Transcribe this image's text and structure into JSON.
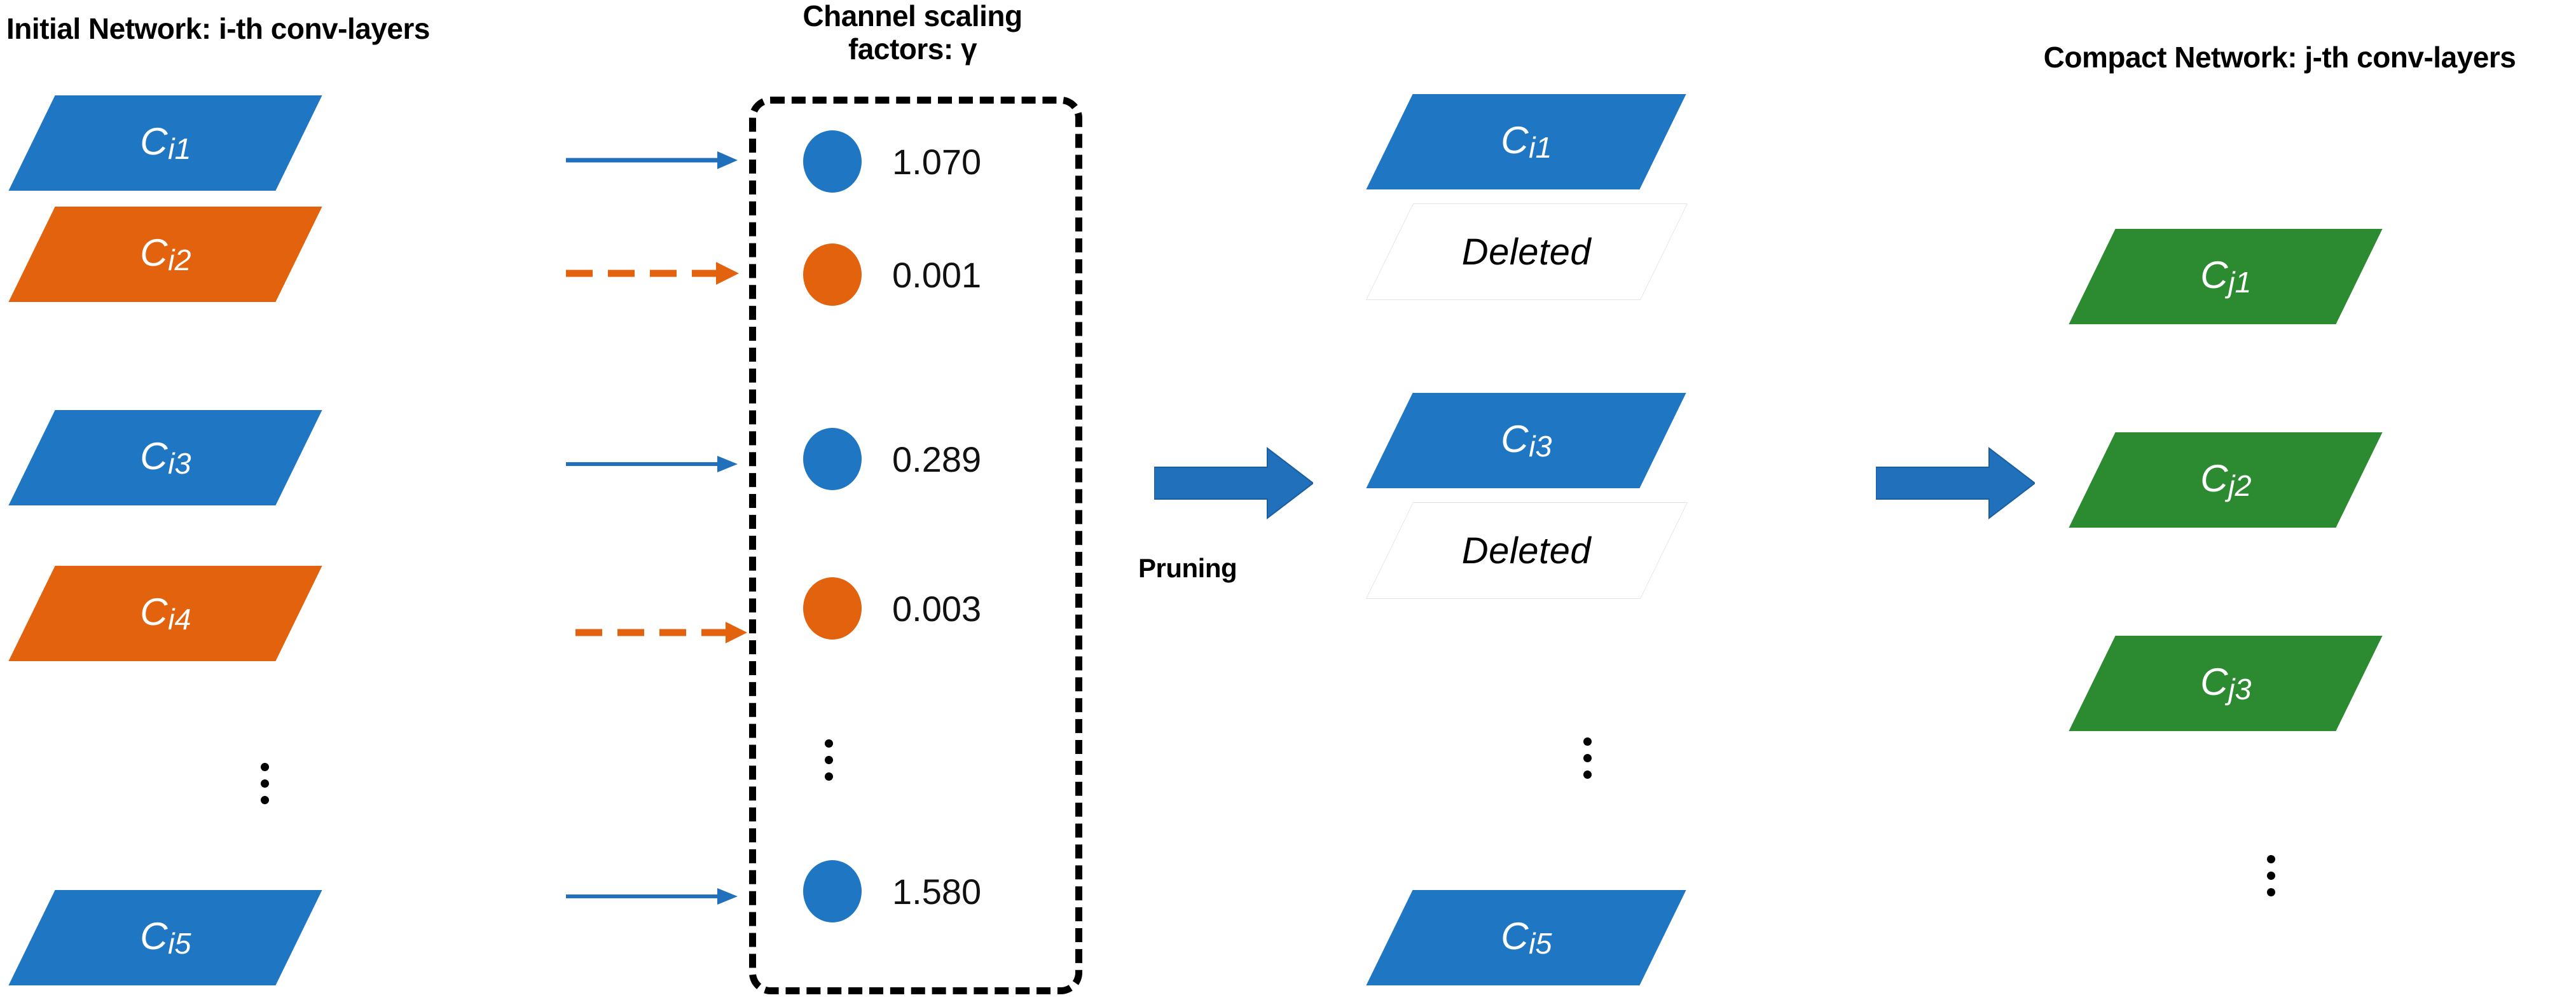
{
  "headings": {
    "initial_network": "Initial Network: i-th conv-layers",
    "channel_scaling": "Channel scaling\nfactors: γ",
    "compact_network": "Compact Network: j-th conv-layers",
    "pruning": "Pruning"
  },
  "colors": {
    "blue": "#1F77C4",
    "orange": "#E2620D",
    "green": "#2C8A30",
    "arrow_blue": "#2070BC",
    "deleted_border": "#E3E3E3",
    "text_black": "#000000",
    "label_white": "#FFFFFF"
  },
  "initial_layers": [
    {
      "label": "C",
      "sub": "i1",
      "color": "blue"
    },
    {
      "label": "C",
      "sub": "i2",
      "color": "orange"
    },
    {
      "label": "C",
      "sub": "i3",
      "color": "blue"
    },
    {
      "label": "C",
      "sub": "i4",
      "color": "orange"
    },
    {
      "label": "C",
      "sub": "i5",
      "color": "blue"
    }
  ],
  "initial_ellipsis": "⋮",
  "connectors": [
    {
      "style": "solid",
      "color": "#2070BC"
    },
    {
      "style": "dashed",
      "color": "#E2620D"
    },
    {
      "style": "solid",
      "color": "#2070BC"
    },
    {
      "style": "dashed",
      "color": "#E2620D"
    },
    {
      "style": "solid",
      "color": "#2070BC"
    }
  ],
  "scaling_factors": [
    {
      "value": "1.070",
      "color": "blue"
    },
    {
      "value": "0.001",
      "color": "orange"
    },
    {
      "value": "0.289",
      "color": "blue"
    },
    {
      "value": "0.003",
      "color": "orange"
    },
    {
      "value": "1.580",
      "color": "blue"
    }
  ],
  "gamma_ellipsis": "⋮",
  "pruned_layers": [
    {
      "label": "C",
      "sub": "i1",
      "color": "blue",
      "text": null
    },
    {
      "label": null,
      "sub": null,
      "color": "empty",
      "text": "Deleted"
    },
    {
      "label": "C",
      "sub": "i3",
      "color": "blue",
      "text": null
    },
    {
      "label": null,
      "sub": null,
      "color": "empty",
      "text": "Deleted"
    },
    {
      "label": "C",
      "sub": "i5",
      "color": "blue",
      "text": null
    }
  ],
  "pruned_ellipsis": "⋮",
  "compact_layers": [
    {
      "label": "C",
      "sub": "j1",
      "color": "green"
    },
    {
      "label": "C",
      "sub": "j2",
      "color": "green"
    },
    {
      "label": "C",
      "sub": "j3",
      "color": "green"
    }
  ],
  "compact_ellipsis": "⋮",
  "block_arrows": [
    {
      "name": "pruning-arrow",
      "label": "Pruning"
    },
    {
      "name": "compact-arrow",
      "label": ""
    }
  ]
}
